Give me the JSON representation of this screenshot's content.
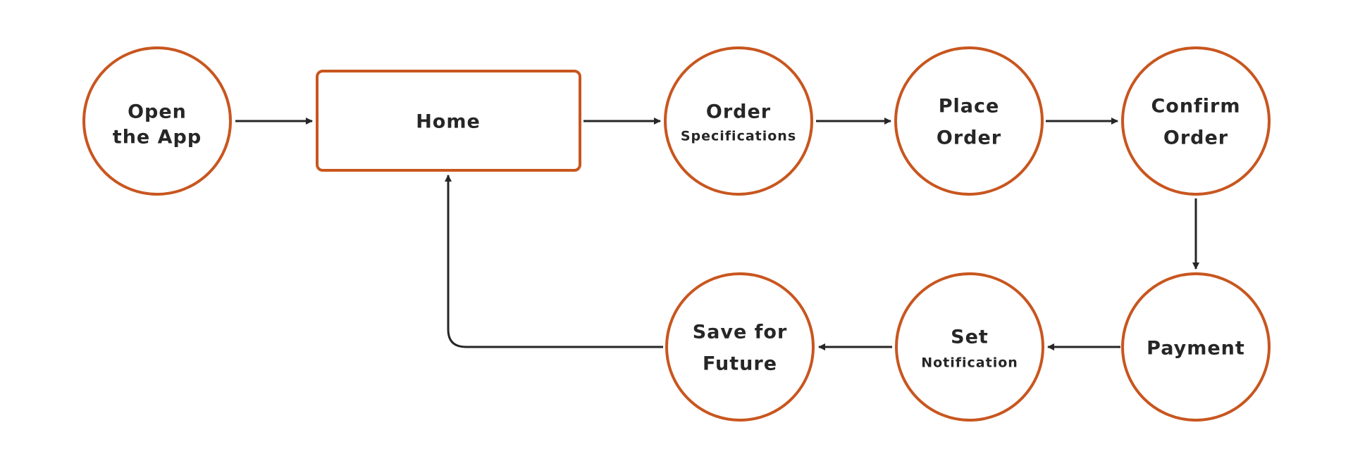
{
  "diagram": {
    "colors": {
      "node_border": "#c8561f",
      "node_fill": "#ffffff",
      "text": "#262626",
      "edge": "#262626"
    },
    "nodes": {
      "open_app": {
        "line1": "Open",
        "line2": "the App"
      },
      "home": {
        "label": "Home"
      },
      "order_specs": {
        "line1": "Order",
        "line2": "Specifications"
      },
      "place_order": {
        "line1": "Place",
        "line2": "Order"
      },
      "confirm_order": {
        "line1": "Confirm",
        "line2": "Order"
      },
      "payment": {
        "label": "Payment"
      },
      "set_notification": {
        "line1": "Set",
        "line2": "Notification"
      },
      "save_future": {
        "line1": "Save for",
        "line2": "Future"
      }
    }
  }
}
